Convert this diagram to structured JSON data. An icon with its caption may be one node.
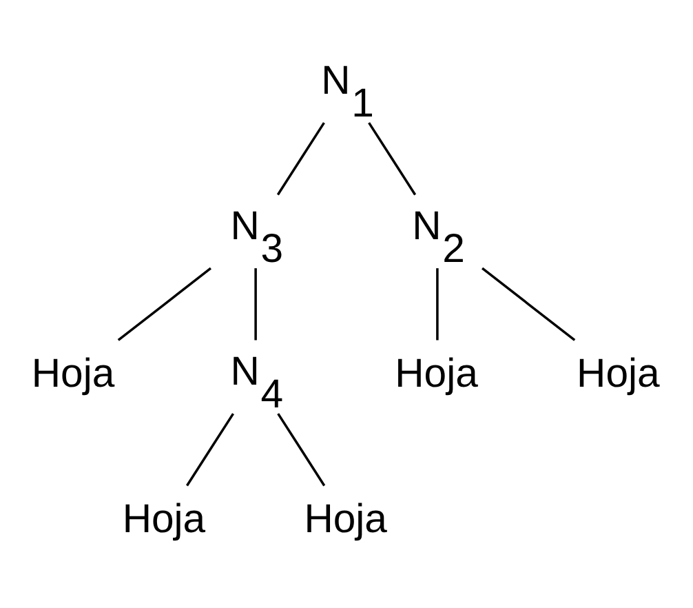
{
  "diagram": {
    "nodes": [
      {
        "text": [
          "N$_{1}$"
        ]
      },
      {
        "text": [
          "N$_{3}$"
        ]
      },
      {
        "text": [
          "N$_{2}$"
        ]
      },
      {
        "text": [
          "Hoja"
        ]
      },
      {
        "text": [
          "N$_{4}$"
        ]
      },
      {
        "text": [
          "Hoja"
        ]
      },
      {
        "text": [
          "Hoja"
        ]
      },
      {
        "text": [
          "Hoja"
        ]
      },
      {
        "text": [
          "Hoja"
        ]
      }
    ],
    "edges": [
      {
        "from": 0,
        "to": 1,
        "arrow": "none"
      },
      {
        "from": 0,
        "to": 2,
        "arrow": "none"
      },
      {
        "from": 1,
        "to": 3,
        "arrow": "none"
      },
      {
        "from": 1,
        "to": 4,
        "arrow": "none"
      },
      {
        "from": 2,
        "to": 5,
        "arrow": "none"
      },
      {
        "from": 2,
        "to": 6,
        "arrow": "none"
      },
      {
        "from": 4,
        "to": 7,
        "arrow": "none"
      },
      {
        "from": 4,
        "to": 8,
        "arrow": "none"
      }
    ]
  }
}
